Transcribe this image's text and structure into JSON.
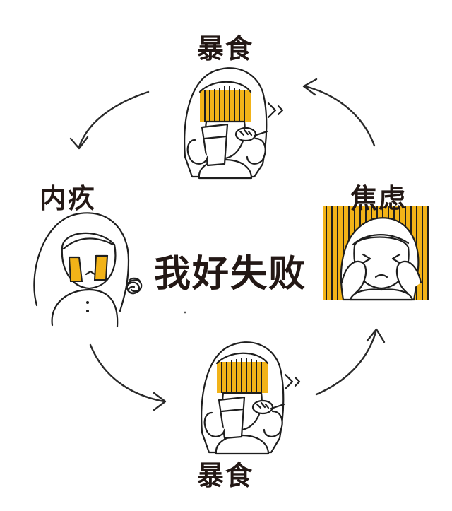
{
  "cycle": {
    "top_label": "暴食",
    "right_label": "焦虑",
    "bottom_label": "暴食",
    "left_label": "内疚",
    "center_text": "我好失败"
  },
  "colors": {
    "accent": "#F2B318",
    "ink": "#231815",
    "background": "#FFFFFF"
  },
  "icons": [
    "cycle-arrow",
    "binge-eating-girl",
    "anxious-girl",
    "crying-girl",
    "scribble"
  ]
}
